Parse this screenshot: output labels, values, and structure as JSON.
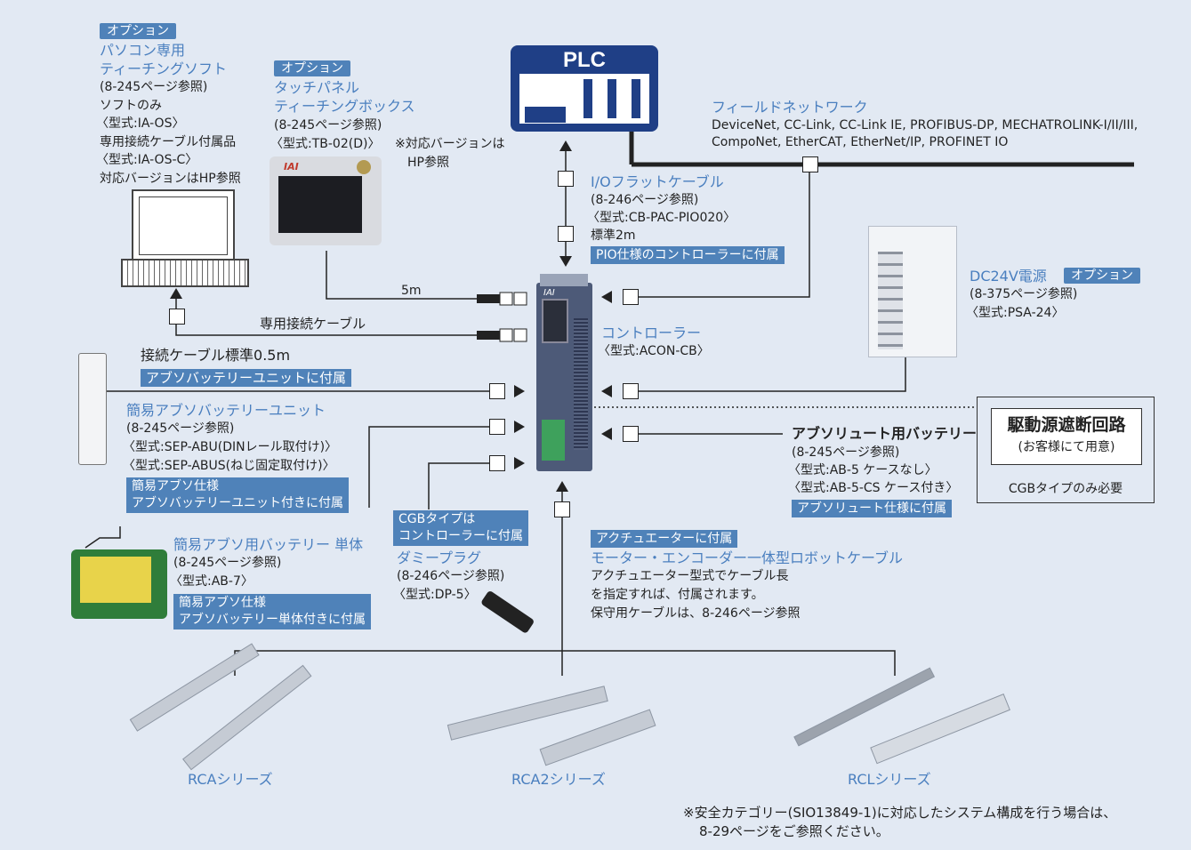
{
  "plc": {
    "label": "PLC"
  },
  "fieldnet": {
    "title": "フィールドネットワーク",
    "line1": "DeviceNet, CC-Link, CC-Link IE, PROFIBUS-DP, MECHATROLINK-I/II/III,",
    "line2": "CompoNet, EtherCAT, EtherNet/IP, PROFINET IO"
  },
  "pc_soft": {
    "tag": "オプション",
    "title1": "パソコン専用",
    "title2": "ティーチングソフト",
    "ref": "(8-245ページ参照)",
    "l1": "ソフトのみ",
    "l2": "〈型式:IA-OS〉",
    "l3": "専用接続ケーブル付属品",
    "l4": "〈型式:IA-OS-C〉",
    "l5": "対応バージョンはHP参照"
  },
  "pendant": {
    "tag": "オプション",
    "title1": "タッチパネル",
    "title2": "ティーチングボックス",
    "ref": "(8-245ページ参照)",
    "model": "〈型式:TB-02(D)〉",
    "note1": "※対応バージョンは",
    "note2": "HP参照",
    "brand": "IAI"
  },
  "io_cable": {
    "title": "I/Oフラットケーブル",
    "ref": "(8-246ページ参照)",
    "model": "〈型式:CB-PAC-PIO020〉",
    "std": "標準2m",
    "tag": "PIO仕様のコントローラーに付属"
  },
  "cables": {
    "len5m": "5m",
    "dedicated": "専用接続ケーブル"
  },
  "psu": {
    "title": "DC24V電源",
    "tag": "オプション",
    "ref": "(8-375ページ参照)",
    "model": "〈型式:PSA-24〉"
  },
  "controller": {
    "title": "コントローラー",
    "model": "〈型式:ACON-CB〉",
    "brand": "IAI"
  },
  "abu": {
    "cable": "接続ケーブル標準0.5m",
    "tag": "アブソバッテリーユニットに付属",
    "title": "簡易アブソバッテリーユニット",
    "ref": "(8-245ページ参照)",
    "m1": "〈型式:SEP-ABU(DINレール取付け)〉",
    "m2": "〈型式:SEP-ABUS(ねじ固定取付け)〉",
    "spec1": "簡易アブソ仕様",
    "spec2": "アブソバッテリーユニット付きに付属"
  },
  "abs_batt": {
    "title": "アブソリュート用バッテリー",
    "ref": "(8-245ページ参照)",
    "m1": "〈型式:AB-5 ケースなし〉",
    "m2": "〈型式:AB-5-CS ケース付き〉",
    "tag": "アブソリュート仕様に付属"
  },
  "shutoff": {
    "title": "駆動源遮断回路",
    "sub": "(お客様にて用意)",
    "note": "CGBタイプのみ必要"
  },
  "single_batt": {
    "title": "簡易アブソ用バッテリー 単体",
    "ref": "(8-245ページ参照)",
    "model": "〈型式:AB-7〉",
    "spec1": "簡易アブソ仕様",
    "spec2": "アブソバッテリー単体付きに付属"
  },
  "dummy": {
    "tag1": "CGBタイプは",
    "tag2": "コントローラーに付属",
    "title": "ダミープラグ",
    "ref": "(8-246ページ参照)",
    "model": "〈型式:DP-5〉"
  },
  "robot_cable": {
    "tag": "アクチュエーターに付属",
    "title": "モーター・エンコーダー一体型ロボットケーブル",
    "l1": "アクチュエーター型式でケーブル長",
    "l2": "を指定すれば、付属されます。",
    "l3": "保守用ケーブルは、8-246ページ参照"
  },
  "series": [
    "RCAシリーズ",
    "RCA2シリーズ",
    "RCLシリーズ"
  ],
  "footnote": {
    "l1": "※安全カテゴリー(SIO13849-1)に対応したシステム構成を行う場合は、",
    "l2": "8-29ページをご参照ください。"
  }
}
